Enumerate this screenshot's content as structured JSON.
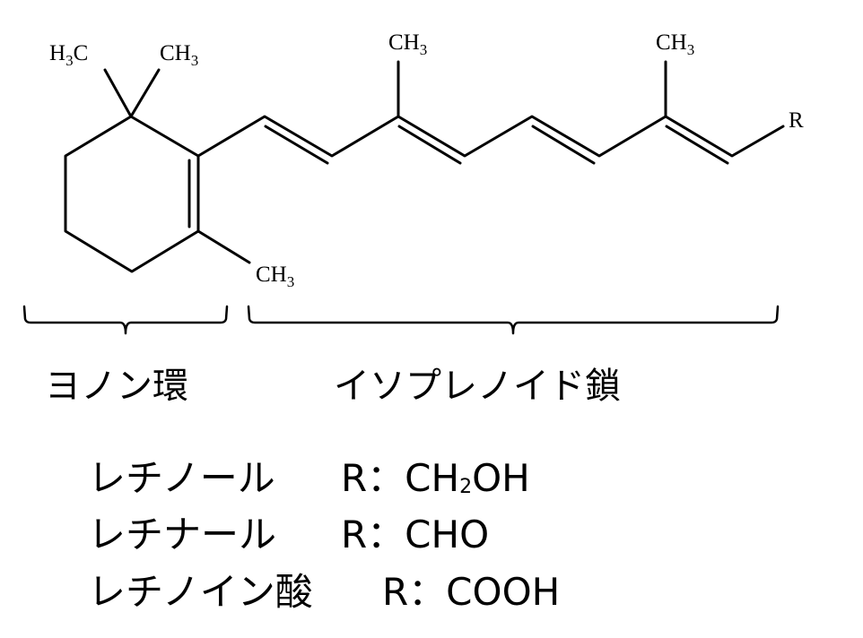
{
  "structure": {
    "gem_methyl_left": {
      "main": "H",
      "sub": "3",
      "tail": "C"
    },
    "gem_methyl_right": {
      "main": "CH",
      "sub": "3"
    },
    "ring_methyl": {
      "main": "CH",
      "sub": "3"
    },
    "chain_methyl_1": {
      "main": "CH",
      "sub": "3"
    },
    "chain_methyl_2": {
      "main": "CH",
      "sub": "3"
    },
    "r_group": "R"
  },
  "labels": {
    "ionone_ring": "ヨノン環",
    "isoprenoid_chain": "イソプレノイド鎖"
  },
  "compounds": [
    {
      "name": "レチノール",
      "r": "R：CH",
      "sub": "2",
      "tail": "OH"
    },
    {
      "name": "レチナール",
      "r": "R：CHO",
      "sub": "",
      "tail": ""
    },
    {
      "name": "レチノイン酸",
      "r": "R：COOH",
      "sub": "",
      "tail": ""
    }
  ],
  "colors": {
    "ink": "#000000",
    "background": "#ffffff"
  }
}
